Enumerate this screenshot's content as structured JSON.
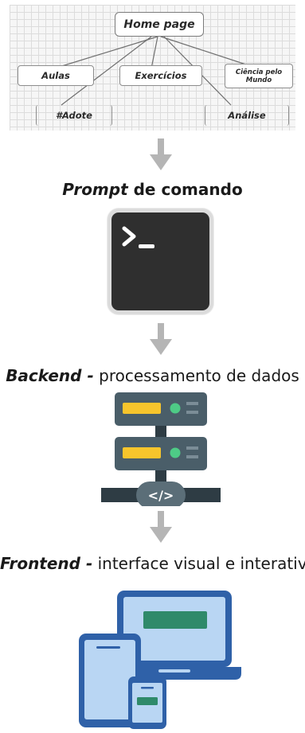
{
  "sitemap": {
    "home": "Home page",
    "children": {
      "aulas": "Aulas",
      "exercicios": "Exercícios",
      "ciencia": "Ciência pelo Mundo",
      "adote": "#Adote",
      "analise": "Análise"
    }
  },
  "steps": {
    "prompt": {
      "em": "Prompt",
      "rest": " de comando"
    },
    "backend": {
      "em": "Backend -",
      "rest": " processamento de dados"
    },
    "frontend": {
      "em": "Frontend -",
      "rest": " interface visual e interativa"
    }
  },
  "icons": [
    "terminal-icon",
    "server-icon",
    "devices-icon"
  ],
  "colors": {
    "arrow": "#b5b5b5",
    "terminal_bg": "#2f2f2f",
    "server_body": "#4a5e69",
    "server_slot": "#f7c52c",
    "server_led": "#4ecb86",
    "device_frame": "#2f61a8",
    "device_screen": "#b9d6f3",
    "device_accent": "#2f8a6a"
  }
}
